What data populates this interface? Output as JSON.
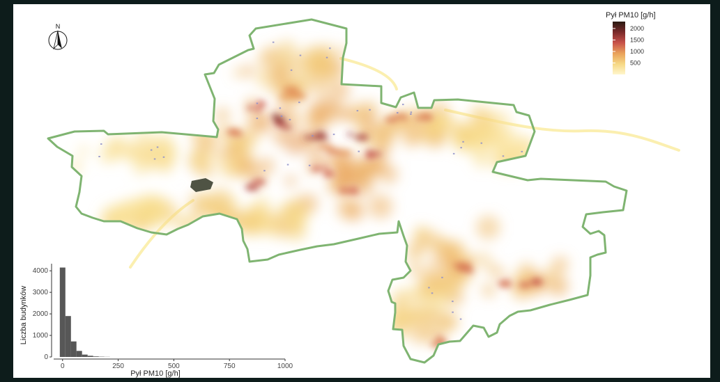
{
  "north": {
    "letter": "N"
  },
  "legend": {
    "title": "Pył PM10 [g/h]",
    "ticks": [
      {
        "value": 2000,
        "label": "2000"
      },
      {
        "value": 1500,
        "label": "1500"
      },
      {
        "value": 1000,
        "label": "1000"
      },
      {
        "value": 500,
        "label": "500"
      }
    ],
    "range": [
      0,
      2300
    ],
    "colors": [
      "#fff6cc",
      "#f6d884",
      "#e9a15a",
      "#c8514a",
      "#7a2a2a",
      "#2a1a12"
    ]
  },
  "colors": {
    "boundary": "#7fb471",
    "industrial_area": "#4f5344",
    "river": "#fbefb0",
    "building_points": "#8e8fc9",
    "histogram_bars": "#575757"
  },
  "chart_data": {
    "type": "bar",
    "title": "",
    "xlabel": "Pył PM10 [g/h]",
    "ylabel": "Liczba budynków",
    "xlim": [
      -40,
      1000
    ],
    "ylim": [
      0,
      4200
    ],
    "x_ticks": [
      {
        "value": 0,
        "label": "0"
      },
      {
        "value": 250,
        "label": "250"
      },
      {
        "value": 500,
        "label": "500"
      },
      {
        "value": 750,
        "label": "750"
      },
      {
        "value": 1000,
        "label": "1000"
      }
    ],
    "y_ticks": [
      {
        "value": 0,
        "label": "0"
      },
      {
        "value": 1000,
        "label": "1000"
      },
      {
        "value": 2000,
        "label": "2000"
      },
      {
        "value": 3000,
        "label": "3000"
      },
      {
        "value": 4000,
        "label": "4000"
      }
    ],
    "bin_width": 25,
    "bins": [
      {
        "x": 0,
        "count": 4150
      },
      {
        "x": 25,
        "count": 1900
      },
      {
        "x": 50,
        "count": 720
      },
      {
        "x": 75,
        "count": 280
      },
      {
        "x": 100,
        "count": 110
      },
      {
        "x": 125,
        "count": 55
      },
      {
        "x": 150,
        "count": 25
      },
      {
        "x": 175,
        "count": 12
      },
      {
        "x": 200,
        "count": 6
      }
    ]
  }
}
